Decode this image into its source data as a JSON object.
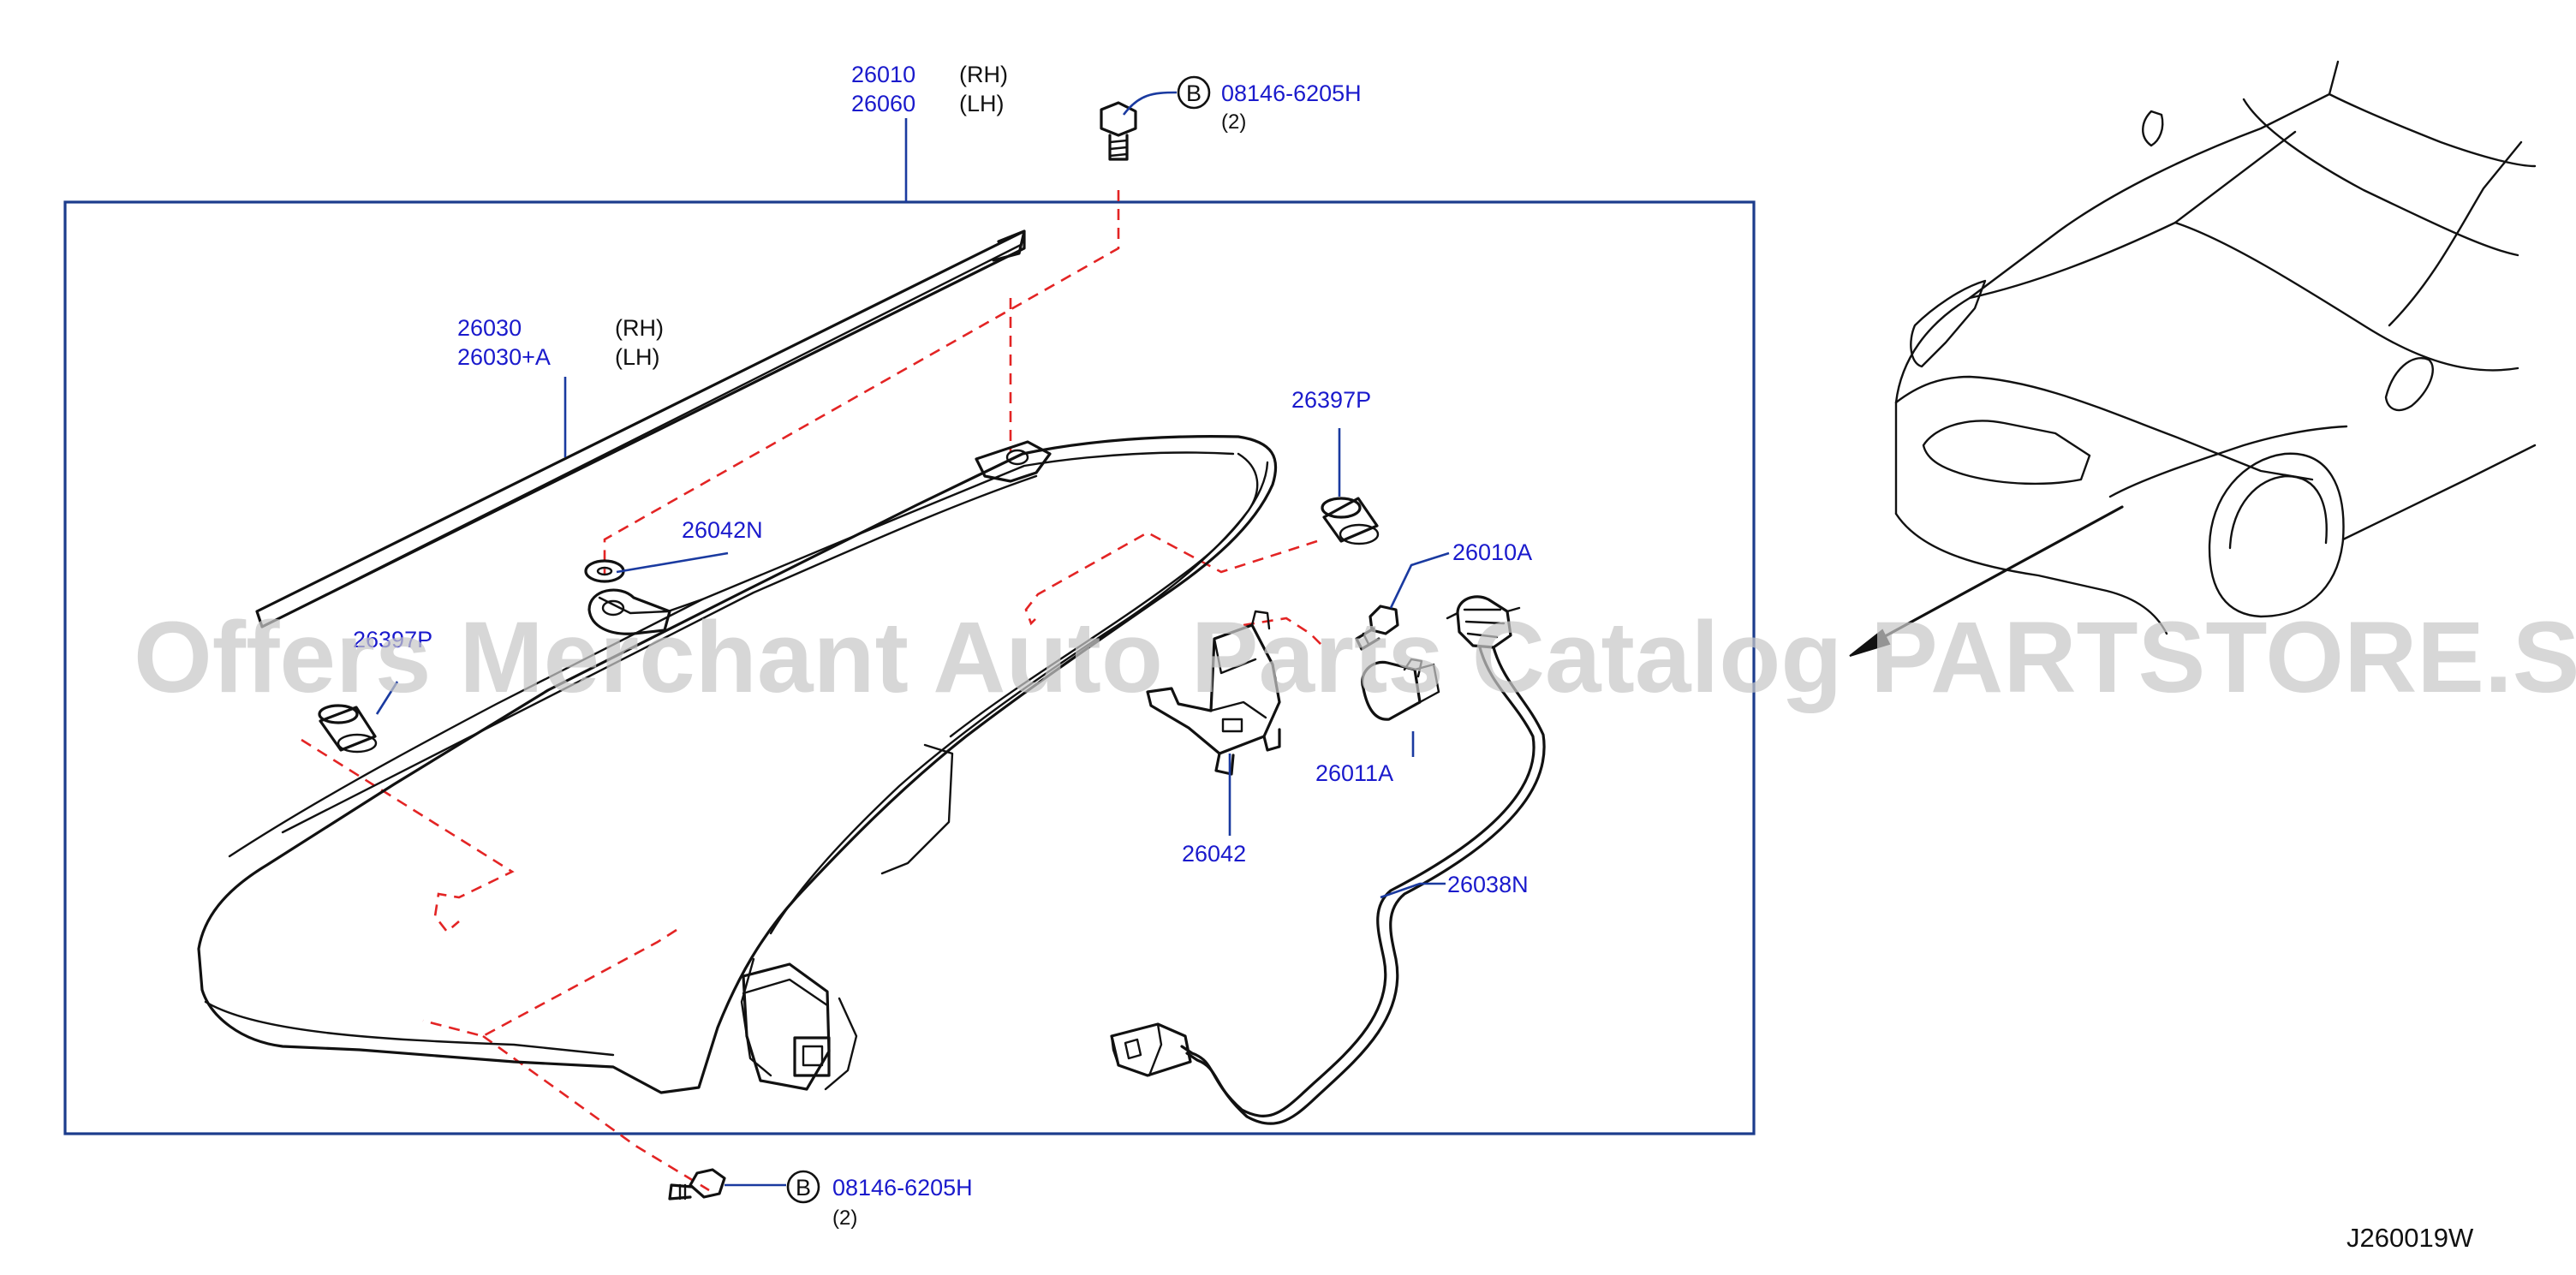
{
  "diagram_code": "J260019W",
  "watermark": "Offers Merchant Auto Parts Catalog PARTSTORE.SA",
  "colors": {
    "part_number": "#1a1acc",
    "frame": "#1c3c8c",
    "dashed_guide": "#e32424",
    "line_art": "#111111"
  },
  "callouts": {
    "headlamp_assembly": {
      "rh_number": "26010",
      "lh_number": "26060",
      "rh_side": "(RH)",
      "lh_side": "(LH)"
    },
    "garnish": {
      "rh_number": "26030",
      "lh_number": "26030+A",
      "rh_side": "(RH)",
      "lh_side": "(LH)"
    },
    "bolt_top": {
      "badge": "B",
      "number": "08146-6205H",
      "quantity": "(2)"
    },
    "bolt_bottom": {
      "badge": "B",
      "number": "08146-6205H",
      "quantity": "(2)"
    },
    "cap_right": {
      "number": "26397P"
    },
    "cap_left": {
      "number": "26397P"
    },
    "washer": {
      "number": "26042N"
    },
    "screw": {
      "number": "26010A"
    },
    "bulb": {
      "number": "26011A"
    },
    "bracket": {
      "number": "26042"
    },
    "harness": {
      "number": "26038N"
    }
  }
}
